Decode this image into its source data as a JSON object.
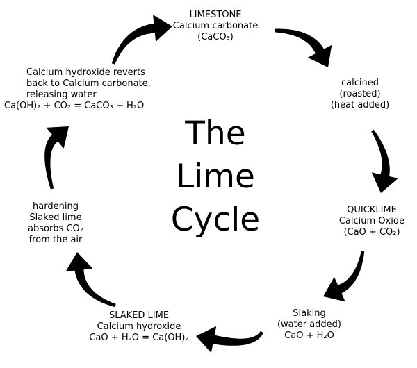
{
  "diagram": {
    "title_lines": [
      "The",
      "Lime",
      "Cycle"
    ],
    "colors": {
      "background": "#ffffff",
      "text": "#000000",
      "arrow": "#000000"
    },
    "stages": [
      {
        "id": "limestone",
        "lines": [
          "LIMESTONE",
          "Calcium carbonate",
          "(CaCO₃)"
        ]
      },
      {
        "id": "calcined",
        "lines": [
          "calcined",
          "(roasted)",
          "(heat added)"
        ]
      },
      {
        "id": "quicklime",
        "lines": [
          "QUICKLIME",
          "Calcium Oxide",
          "(CaO + CO₂)"
        ]
      },
      {
        "id": "slaking",
        "lines": [
          "Slaking",
          "(water added)",
          "CaO + H₂O"
        ]
      },
      {
        "id": "slaked-lime",
        "lines": [
          "SLAKED LIME",
          "Calcium hydroxide",
          "CaO + H₂O = Ca(OH)₂"
        ]
      },
      {
        "id": "hardening",
        "lines": [
          "hardening",
          "Slaked lime",
          "absorbs CO₂",
          "from the air"
        ]
      },
      {
        "id": "reverts",
        "lines": [
          "Calcium hydroxide reverts",
          "back to Calcium carbonate,",
          "releasing water",
          "Ca(OH)₂ + CO₂ = CaCO₃ + H₂O"
        ]
      }
    ],
    "arrows": [
      {
        "from": "reverts",
        "to": "limestone",
        "icon": "curved-arrow-icon"
      },
      {
        "from": "limestone",
        "to": "calcined",
        "icon": "curved-arrow-icon"
      },
      {
        "from": "calcined",
        "to": "quicklime",
        "icon": "curved-arrow-icon"
      },
      {
        "from": "quicklime",
        "to": "slaking",
        "icon": "curved-arrow-icon"
      },
      {
        "from": "slaking",
        "to": "slaked-lime",
        "icon": "curved-arrow-icon"
      },
      {
        "from": "slaked-lime",
        "to": "hardening",
        "icon": "curved-arrow-icon"
      },
      {
        "from": "hardening",
        "to": "reverts",
        "icon": "curved-arrow-icon"
      }
    ]
  }
}
